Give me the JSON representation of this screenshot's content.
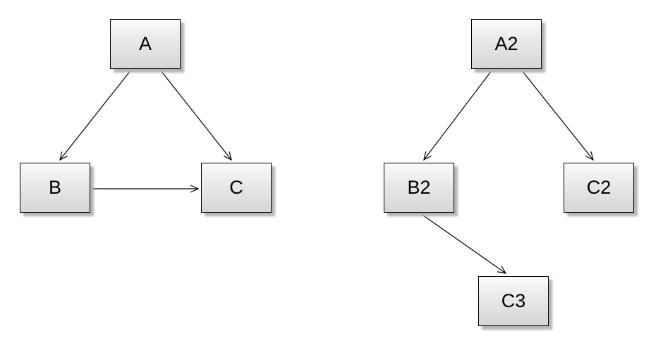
{
  "graphs": {
    "left": {
      "nodes": {
        "a": {
          "label": "A"
        },
        "b": {
          "label": "B"
        },
        "c": {
          "label": "C"
        }
      },
      "edges": [
        {
          "from": "A",
          "to": "B"
        },
        {
          "from": "A",
          "to": "C"
        },
        {
          "from": "B",
          "to": "C"
        }
      ]
    },
    "right": {
      "nodes": {
        "a2": {
          "label": "A2"
        },
        "b2": {
          "label": "B2"
        },
        "c2": {
          "label": "C2"
        },
        "c3": {
          "label": "C3"
        }
      },
      "edges": [
        {
          "from": "A2",
          "to": "B2"
        },
        {
          "from": "A2",
          "to": "C2"
        },
        {
          "from": "B2",
          "to": "C3"
        }
      ]
    }
  },
  "colors": {
    "node_fill_top": "#fbfbfb",
    "node_fill_bottom": "#d6d6d6",
    "node_border": "#000000",
    "node_shadow": "#b4b4b4",
    "edge_stroke": "#000000",
    "background": "#ffffff"
  }
}
